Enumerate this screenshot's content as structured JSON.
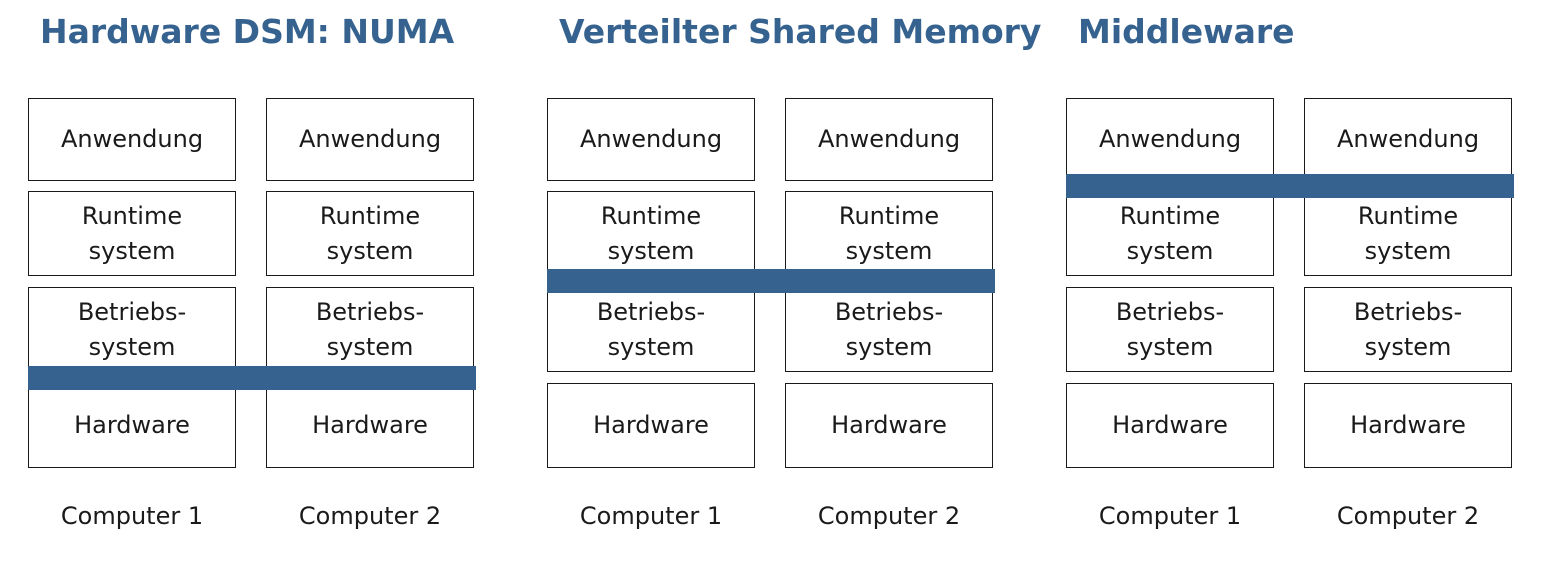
{
  "panels": [
    {
      "title": "Hardware DSM: NUMA",
      "shared_layer": "below-betriebssystem",
      "computers": [
        {
          "label": "Computer 1",
          "layers": [
            "Anwendung",
            "Runtime\nsystem",
            "Betriebs-\nsystem",
            "Hardware"
          ]
        },
        {
          "label": "Computer 2",
          "layers": [
            "Anwendung",
            "Runtime\nsystem",
            "Betriebs-\nsystem",
            "Hardware"
          ]
        }
      ]
    },
    {
      "title": "Verteilter Shared Memory",
      "shared_layer": "below-runtime-system",
      "computers": [
        {
          "label": "Computer 1",
          "layers": [
            "Anwendung",
            "Runtime\nsystem",
            "Betriebs-\nsystem",
            "Hardware"
          ]
        },
        {
          "label": "Computer 2",
          "layers": [
            "Anwendung",
            "Runtime\nsystem",
            "Betriebs-\nsystem",
            "Hardware"
          ]
        }
      ]
    },
    {
      "title": "Middleware",
      "shared_layer": "below-anwendung",
      "computers": [
        {
          "label": "Computer 1",
          "layers": [
            "Anwendung",
            "Runtime\nsystem",
            "Betriebs-\nsystem",
            "Hardware"
          ]
        },
        {
          "label": "Computer 2",
          "layers": [
            "Anwendung",
            "Runtime\nsystem",
            "Betriebs-\nsystem",
            "Hardware"
          ]
        }
      ]
    }
  ],
  "colors": {
    "accent": "#36628f",
    "border": "#1a1a1a",
    "text": "#1a1a1a"
  }
}
